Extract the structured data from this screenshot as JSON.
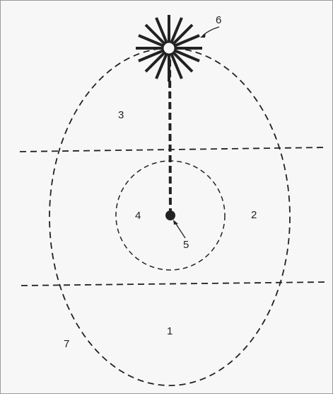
{
  "labels": {
    "one": "1",
    "two": "2",
    "three": "3",
    "four": "4",
    "five": "5",
    "six": "6",
    "seven": "7"
  },
  "colors": {
    "ink": "#222222",
    "background": "#f7f7f7"
  }
}
